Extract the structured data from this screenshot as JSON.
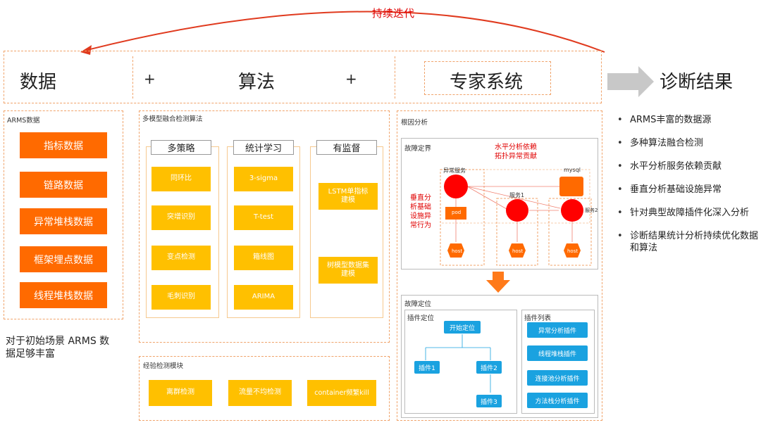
{
  "top_arrow_label": "持续迭代",
  "header": {
    "data": "数据",
    "plus1": "+",
    "algo": "算法",
    "plus2": "+",
    "expert": "专家系统",
    "result": "诊断结果"
  },
  "arms": {
    "title": "ARMS数据",
    "items": [
      "指标数据",
      "链路数据",
      "异常堆栈数据",
      "框架埋点数据",
      "线程堆栈数据"
    ],
    "note": "对于初始场景 ARMS 数据足够丰富"
  },
  "algorithms": {
    "title": "多模型融合检测算法",
    "columns": [
      {
        "header": "多策略",
        "items": [
          "同环比",
          "突增识别",
          "变点检测",
          "毛刺识别"
        ]
      },
      {
        "header": "统计学习",
        "items": [
          "3-sigma",
          "T-test",
          "箱线图",
          "ARIMA"
        ]
      },
      {
        "header": "有监督",
        "items": [
          "LSTM单指标建模",
          "树模型数据集建模"
        ]
      }
    ]
  },
  "experience": {
    "title": "经验检测模块",
    "items": [
      "离群检测",
      "流量不均检测",
      "container频繁kill"
    ]
  },
  "root_cause": {
    "title": "根因分析",
    "boundary_title": "故障定界",
    "horizontal_note": "水平分析依赖拓扑异常贡献",
    "vertical_note": "垂直分析基础设施异常行为",
    "labels": {
      "abnormal_service": "异常服务",
      "mysql": "mysql",
      "service1": "服务1",
      "service2": "服务2",
      "pod": "pod",
      "host": "host"
    },
    "locate_title": "故障定位",
    "plugin_locate_title": "插件定位",
    "start_label": "开始定位",
    "plugins": [
      "插件1",
      "插件2",
      "插件3"
    ],
    "plugin_list_title": "插件列表",
    "plugin_list": [
      "异常分析插件",
      "线程堆栈插件",
      "连接池分析插件",
      "方法栈分析插件"
    ]
  },
  "results": [
    "ARMS丰富的数据源",
    "多种算法融合检测",
    "水平分析服务依赖贡献",
    "垂直分析基础设施异常",
    "针对典型故障插件化深入分析",
    "诊断结果统计分析持续优化数据和算法"
  ],
  "colors": {
    "orange": "#ff6a00",
    "yellow": "#ffc000",
    "red": "#ff0000",
    "blue": "#1aa2e0",
    "arrow_red": "#e03a1e"
  }
}
